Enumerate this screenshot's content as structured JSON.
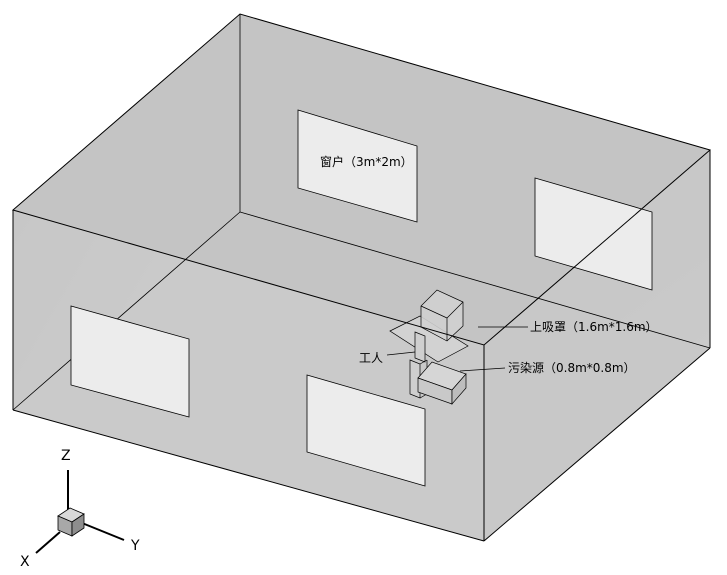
{
  "labels": {
    "window": "窗户（3m*2m）",
    "hood": "上吸罩（1.6m*1.6m）",
    "worker": "工人",
    "source": "污染源（0.8m*0.8m）"
  },
  "axes": {
    "z": "Z",
    "x": "X",
    "y": "Y"
  },
  "colors": {
    "room_face": "#c8c8c8",
    "window_fill": "#ececec",
    "edge": "#000000"
  }
}
